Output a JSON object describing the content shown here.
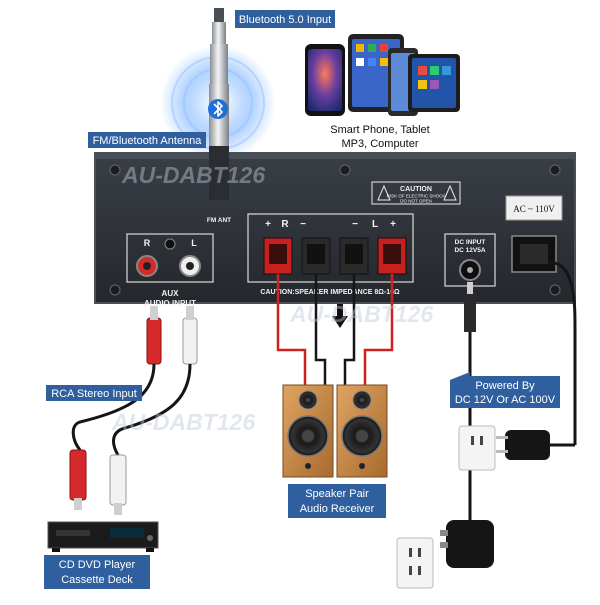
{
  "colors": {
    "callout_bg": "#2f5f9e",
    "panel": "#2b2f35",
    "panel_edge": "#4a4f57",
    "cable_black": "#151515",
    "cable_red": "#d22020",
    "speaker_wood": "#c98a46",
    "rca_red": "#d62a2a",
    "rca_white": "#f2f2f2",
    "bluetooth_glow": "#7fb6ff"
  },
  "watermark": "AU-DABT126",
  "callouts": {
    "bluetooth_input": "Bluetooth 5.0 Input",
    "antenna": "FM/Bluetooth Antenna",
    "rca_input": "RCA Stereo Input",
    "speaker_line1": "Speaker Pair",
    "speaker_line2": "Audio Receiver",
    "power_line1": "Powered By",
    "power_line2": "DC 12V Or AC 100V",
    "player_line1": "CD DVD Player",
    "player_line2": "Cassette Deck"
  },
  "devices_caption": {
    "line1": "Smart Phone, Tablet",
    "line2": "MP3, Computer"
  },
  "panel": {
    "fm_ant": "FM ANT",
    "caution_title": "CAUTION",
    "caution_line1": "RISK OF ELECTRIC SHOCK",
    "caution_line2": "DO NOT OPEN",
    "voltage": "AC ~ 110V",
    "dc_input_line1": "DC INPUT",
    "dc_input_line2": "DC 12V5A",
    "speaker_terminal_labels": [
      "+",
      "R",
      "−",
      "−",
      "L",
      "+"
    ],
    "impedance": "CAUTION:SPEAKER IMPEDANCE 8Ω-16Ω",
    "aux_r": "R",
    "aux_l": "L",
    "aux_line1": "AUX",
    "aux_line2": "AUDIO INPUT"
  },
  "icons": {
    "bluetooth": "bluetooth-icon",
    "wall_outlet": "wall-outlet-icon"
  }
}
